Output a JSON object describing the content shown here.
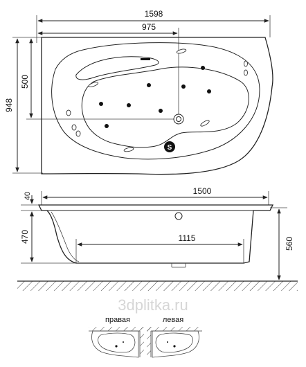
{
  "top_view": {
    "overall_width": "1598",
    "inner_width": "975",
    "overall_depth": "948",
    "inner_depth": "500",
    "drain_mark": "S"
  },
  "side_view": {
    "length": "1500",
    "rim": "40",
    "depth": "470",
    "bottom_length": "1115",
    "total_height": "560"
  },
  "variants": {
    "right_label": "правая",
    "left_label": "левая"
  },
  "watermark": "3dplitka.ru"
}
